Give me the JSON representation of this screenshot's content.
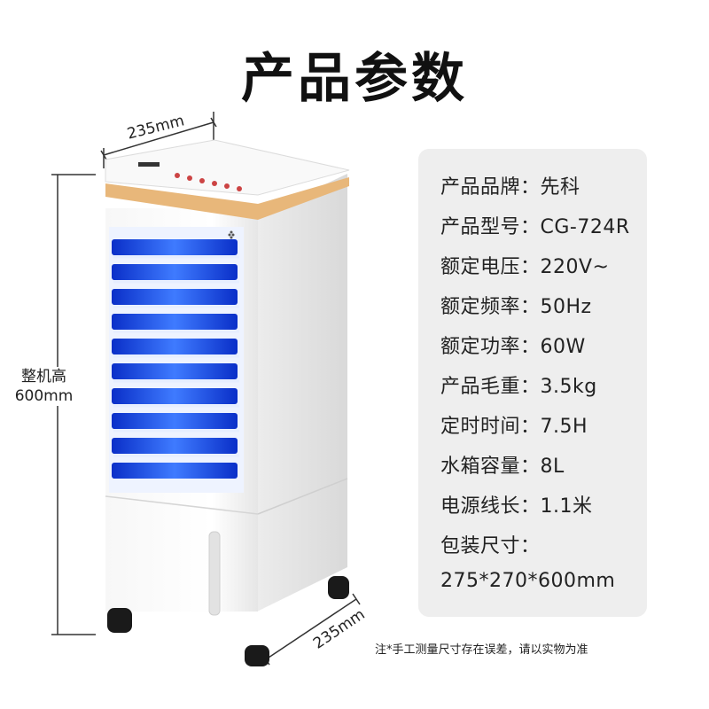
{
  "title": "产品参数",
  "dimensions": {
    "top_width": "235mm",
    "depth": "235mm",
    "height_label": "整机高",
    "height_value": "600mm"
  },
  "specs": [
    {
      "label": "产品品牌：",
      "value": "先科"
    },
    {
      "label": "产品型号：",
      "value": "CG-724R"
    },
    {
      "label": "额定电压：",
      "value": "220V~"
    },
    {
      "label": "额定频率：",
      "value": "50Hz"
    },
    {
      "label": "额定功率：",
      "value": "60W"
    },
    {
      "label": "产品毛重：",
      "value": "3.5kg"
    },
    {
      "label": "定时时间：",
      "value": "7.5H"
    },
    {
      "label": "水箱容量：",
      "value": "8L"
    },
    {
      "label": "电源线长：",
      "value": "1.1米"
    },
    {
      "label": "包装尺寸：",
      "value": ""
    },
    {
      "label": "",
      "value": "275*270*600mm"
    }
  ],
  "note": "注*手工测量尺寸存在误差，请以实物为准",
  "colors": {
    "accent_strip": "#e8b77a",
    "louver_blue": "#1f4fe0",
    "panel_bg": "#eeeeee"
  }
}
